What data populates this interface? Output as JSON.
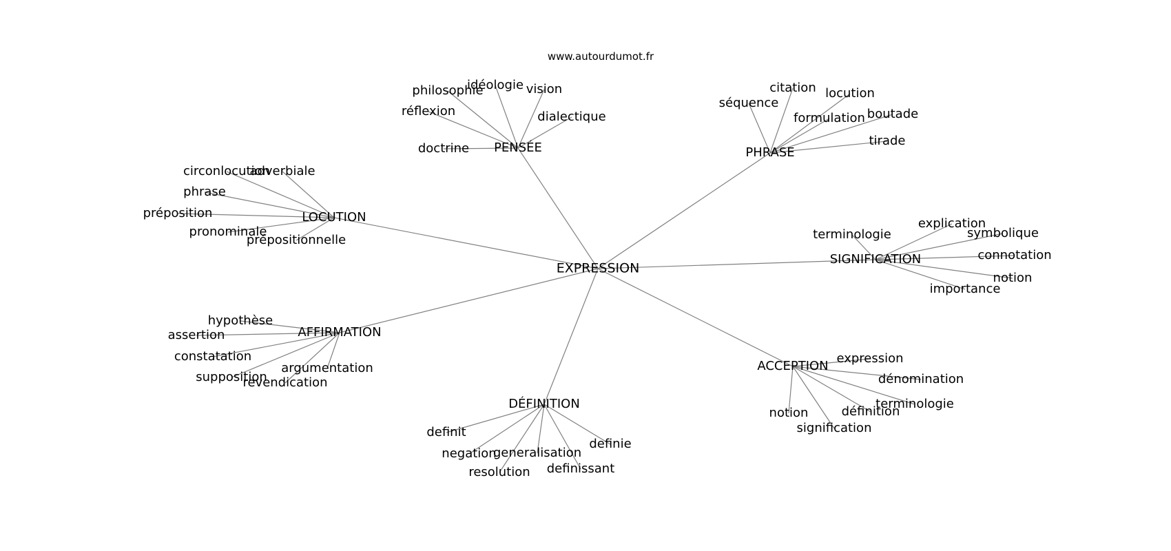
{
  "site": "www.autourdumot.fr",
  "colors": {
    "edge": "#808080",
    "text": "#000000",
    "background": "#ffffff"
  },
  "center": "EXPRESSION",
  "clusters": [
    {
      "hub": "PENSÉE",
      "leaves": [
        "philosophie",
        "idéologie",
        "vision",
        "dialectique",
        "réflexion",
        "doctrine"
      ]
    },
    {
      "hub": "PHRASE",
      "leaves": [
        "séquence",
        "citation",
        "locution",
        "formulation",
        "boutade",
        "tirade"
      ]
    },
    {
      "hub": "LOCUTION",
      "leaves": [
        "circonlocution",
        "adverbiale",
        "phrase",
        "préposition",
        "pronominale",
        "prépositionnelle"
      ]
    },
    {
      "hub": "SIGNIFICATION",
      "leaves": [
        "terminologie",
        "explication",
        "symbolique",
        "connotation",
        "notion",
        "importance"
      ]
    },
    {
      "hub": "AFFIRMATION",
      "leaves": [
        "hypothèse",
        "assertion",
        "constatation",
        "supposition",
        "argumentation",
        "revendication"
      ]
    },
    {
      "hub": "ACCEPTION",
      "leaves": [
        "expression",
        "dénomination",
        "terminologie",
        "définition",
        "notion",
        "signification"
      ]
    },
    {
      "hub": "DÉFINITION",
      "leaves": [
        "definit",
        "negation",
        "generalisation",
        "definie",
        "resolution",
        "definissant"
      ]
    }
  ]
}
